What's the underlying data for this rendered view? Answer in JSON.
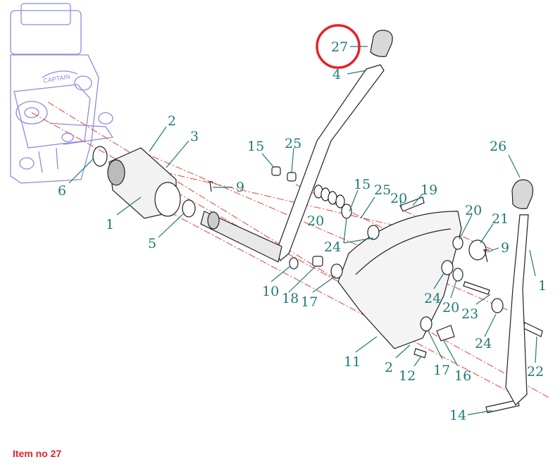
{
  "caption": "Item no 27",
  "highlighted_item": "27",
  "colors": {
    "callout": "#1f7a78",
    "highlight": "#e5222a",
    "axis": "#e0443c",
    "engine": "#8c8ce0",
    "caption": "#d9262c"
  },
  "callouts": [
    {
      "id": "27"
    },
    {
      "id": "4"
    },
    {
      "id": "2"
    },
    {
      "id": "3"
    },
    {
      "id": "6"
    },
    {
      "id": "1"
    },
    {
      "id": "5"
    },
    {
      "id": "9"
    },
    {
      "id": "15"
    },
    {
      "id": "25"
    },
    {
      "id": "26"
    },
    {
      "id": "15"
    },
    {
      "id": "25"
    },
    {
      "id": "20"
    },
    {
      "id": "19"
    },
    {
      "id": "20"
    },
    {
      "id": "24"
    },
    {
      "id": "20"
    },
    {
      "id": "21"
    },
    {
      "id": "9"
    },
    {
      "id": "1"
    },
    {
      "id": "10"
    },
    {
      "id": "18"
    },
    {
      "id": "17"
    },
    {
      "id": "24"
    },
    {
      "id": "20"
    },
    {
      "id": "23"
    },
    {
      "id": "24"
    },
    {
      "id": "22"
    },
    {
      "id": "11"
    },
    {
      "id": "2"
    },
    {
      "id": "12"
    },
    {
      "id": "17"
    },
    {
      "id": "16"
    },
    {
      "id": "14"
    }
  ]
}
